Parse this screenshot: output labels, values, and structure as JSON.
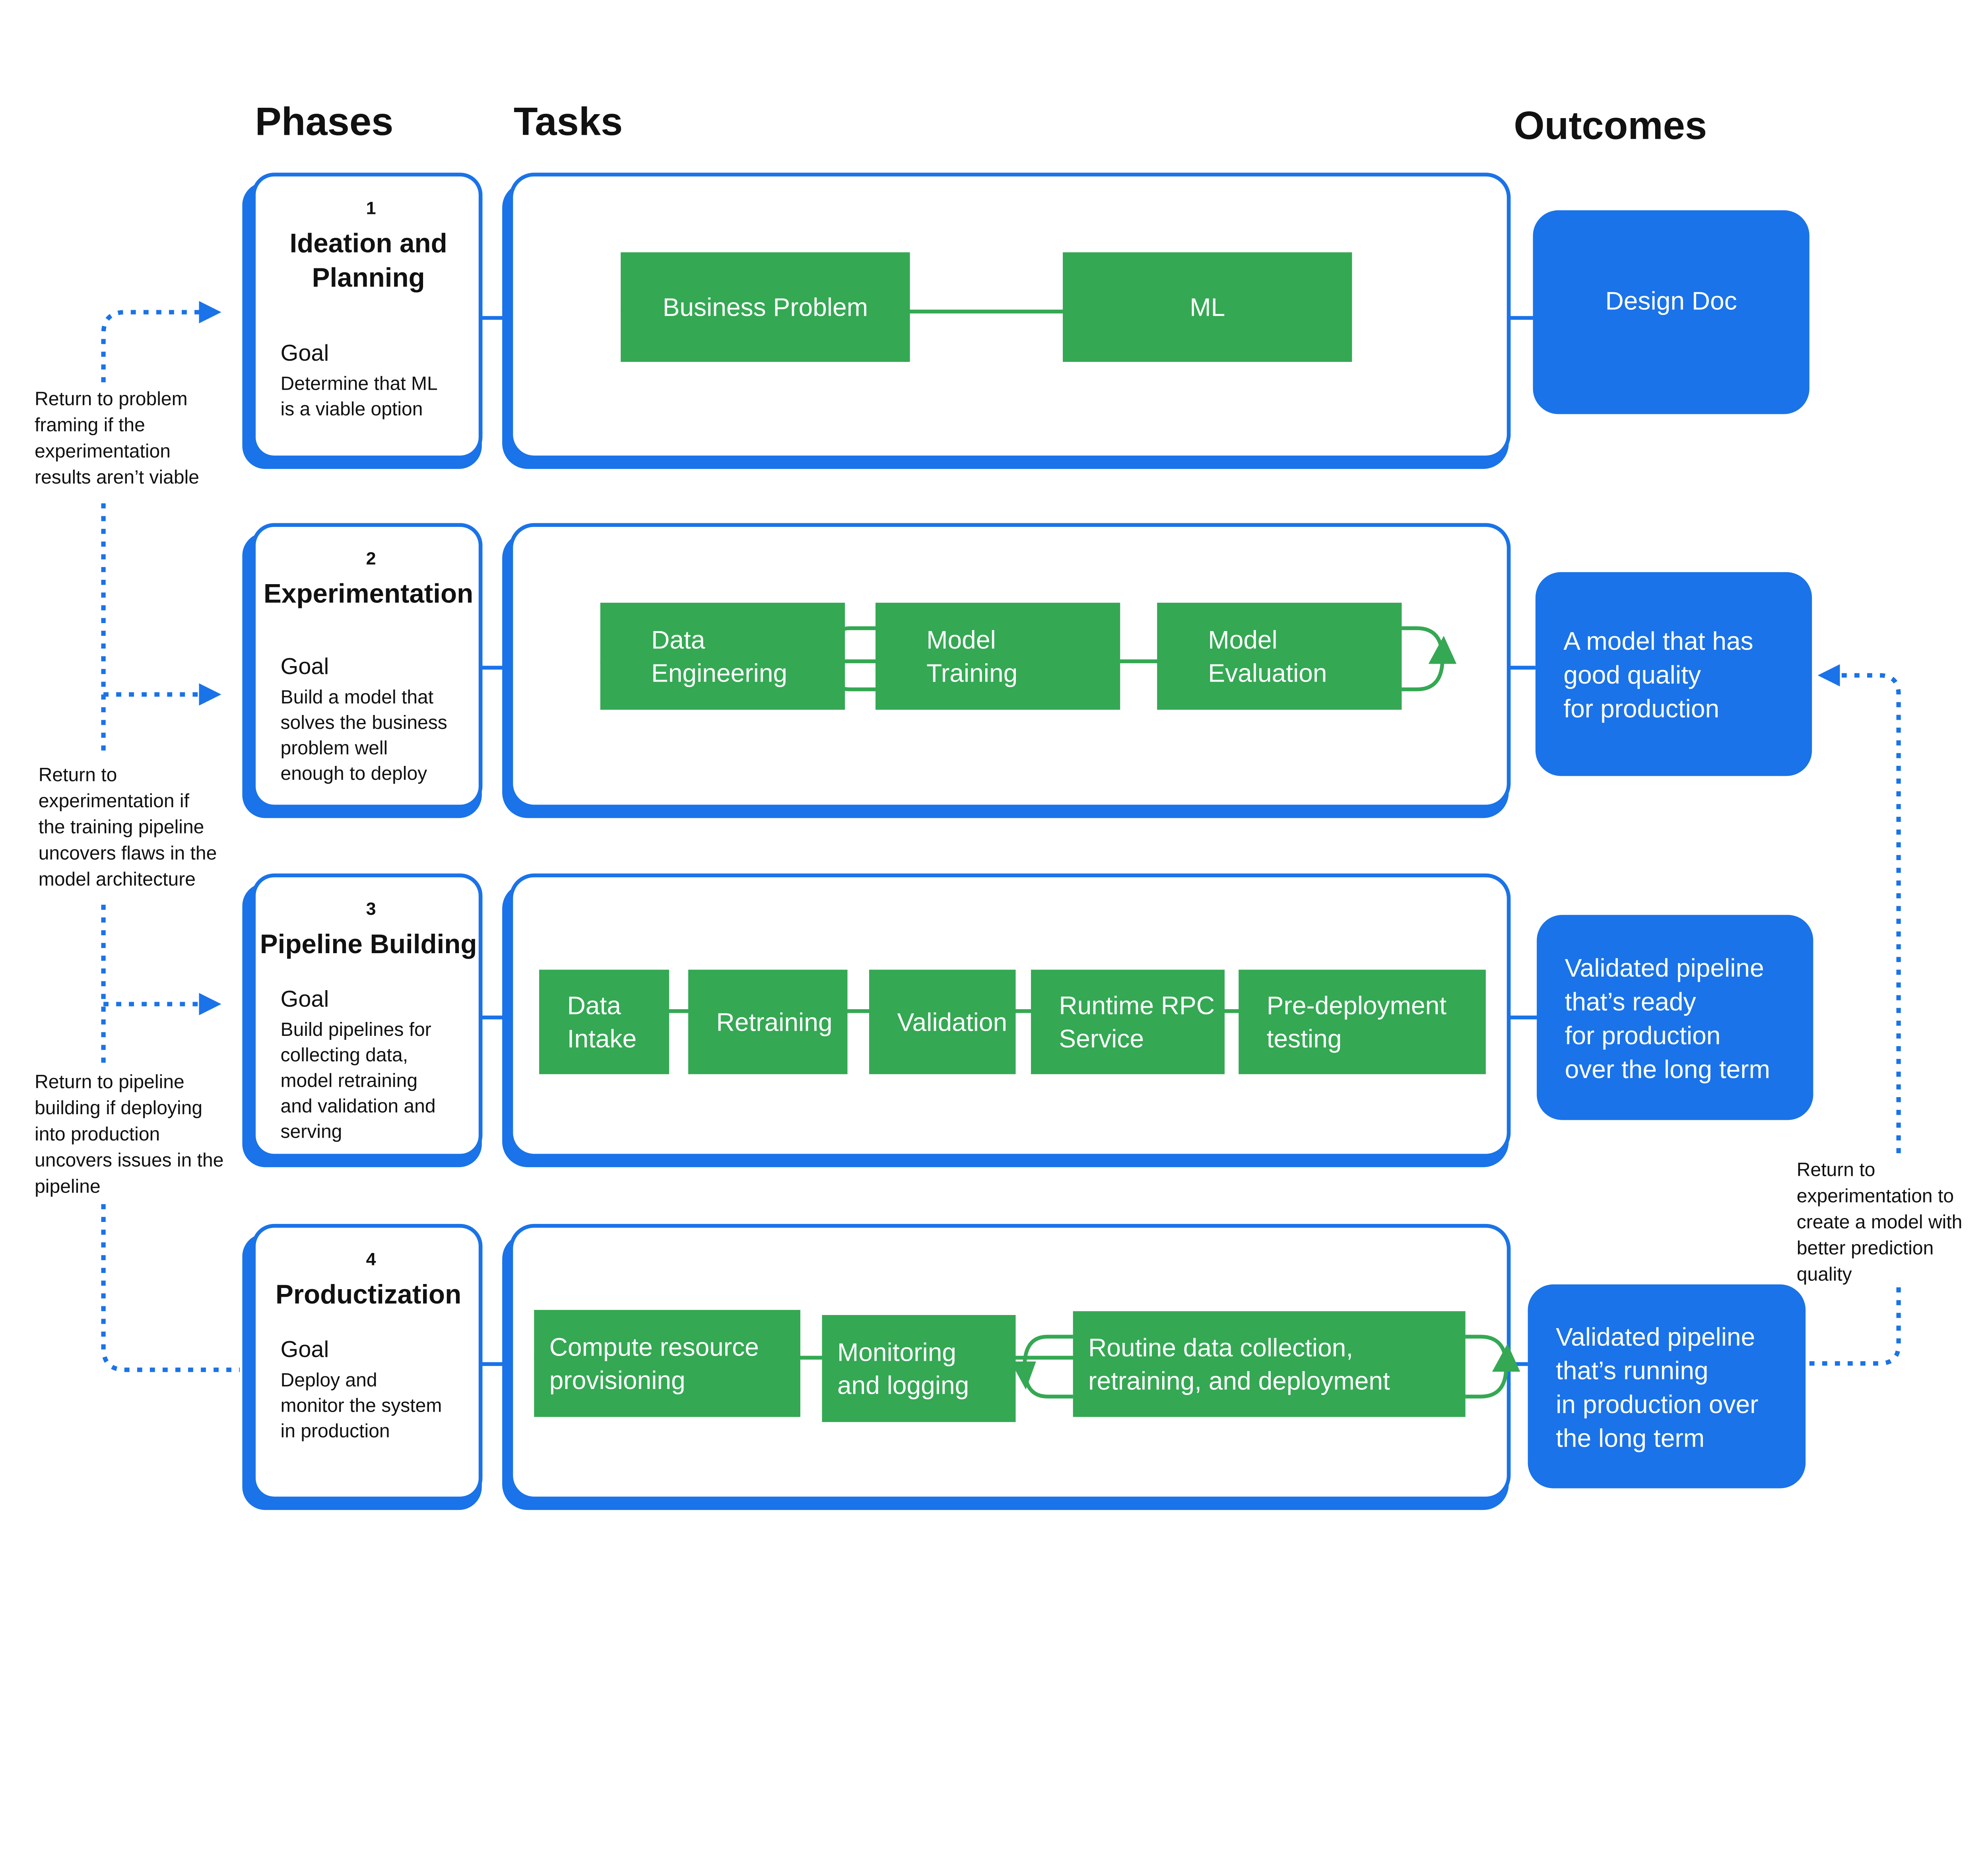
{
  "colors": {
    "blue": "#1a73e8",
    "green": "#34a853"
  },
  "headers": {
    "phases": "Phases",
    "tasks": "Tasks",
    "outcomes": "Outcomes"
  },
  "phases": [
    {
      "number": "1",
      "title": [
        "Ideation and",
        "Planning"
      ],
      "goal_label": "Goal",
      "goal": [
        "Determine that ML",
        "is a viable option"
      ]
    },
    {
      "number": "2",
      "title": [
        "Experimentation"
      ],
      "goal_label": "Goal",
      "goal": [
        "Build a model that",
        "solves the business",
        "problem well",
        "enough to deploy"
      ]
    },
    {
      "number": "3",
      "title": [
        "Pipeline Building"
      ],
      "goal_label": "Goal",
      "goal": [
        "Build pipelines for",
        "collecting data,",
        "model retraining",
        "and validation and",
        "serving"
      ]
    },
    {
      "number": "4",
      "title": [
        "Productization"
      ],
      "goal_label": "Goal",
      "goal": [
        "Deploy and",
        "monitor the system",
        "in production"
      ]
    }
  ],
  "tasks": [
    [
      [
        "Business Problem"
      ],
      [
        "ML"
      ]
    ],
    [
      [
        "Data",
        "Engineering"
      ],
      [
        "Model",
        "Training"
      ],
      [
        "Model",
        "Evaluation"
      ]
    ],
    [
      [
        "Data",
        "Intake"
      ],
      [
        "Retraining"
      ],
      [
        "Validation"
      ],
      [
        "Runtime RPC",
        "Service"
      ],
      [
        "Pre-deployment",
        "testing"
      ]
    ],
    [
      [
        "Compute  resource",
        "provisioning"
      ],
      [
        "Monitoring",
        "and logging"
      ],
      [
        "Routine data collection,",
        "retraining, and deployment"
      ]
    ]
  ],
  "outcomes": [
    [
      "Design Doc"
    ],
    [
      "A model that has",
      "good quality",
      "for production"
    ],
    [
      "Validated pipeline",
      "that’s ready",
      "for production",
      "over the long term"
    ],
    [
      "Validated pipeline",
      "that’s running",
      "in production over",
      "the long term"
    ]
  ],
  "feedback_notes": {
    "to_problem_framing": [
      "Return to problem",
      "framing if the",
      "experimentation",
      "results aren’t viable"
    ],
    "to_experimentation": [
      "Return to",
      "experimentation if",
      "the training pipeline",
      "uncovers flaws in the",
      "model architecture"
    ],
    "to_pipeline_building": [
      "Return to pipeline",
      "building if deploying",
      "into production",
      "uncovers issues in the",
      "pipeline"
    ],
    "to_better_model": [
      "Return to",
      "experimentation to",
      "create a model with",
      "better prediction",
      "quality"
    ]
  }
}
